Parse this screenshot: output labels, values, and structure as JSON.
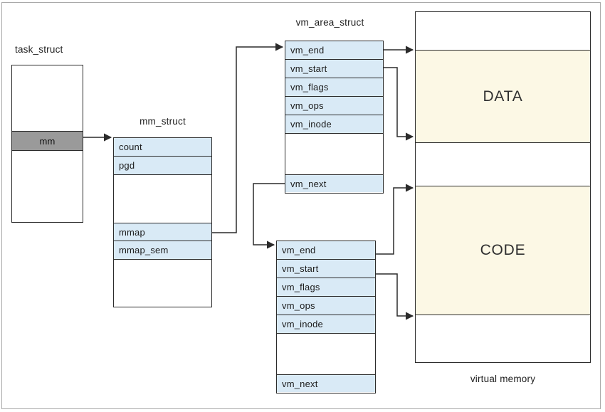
{
  "labels": {
    "task_struct_title": "task_struct",
    "mm_struct_title": "mm_struct",
    "vm_area_struct_title": "vm_area_struct",
    "virtual_memory_caption": "virtual memory"
  },
  "task_struct": {
    "fields": [
      "mm"
    ]
  },
  "mm_struct": {
    "fields": [
      "count",
      "pgd",
      "mmap",
      "mmap_sem"
    ]
  },
  "vm_area_struct_top": {
    "fields": [
      "vm_end",
      "vm_start",
      "vm_flags",
      "vm_ops",
      "vm_inode",
      "vm_next"
    ]
  },
  "vm_area_struct_bottom": {
    "fields": [
      "vm_end",
      "vm_start",
      "vm_flags",
      "vm_ops",
      "vm_inode",
      "vm_next"
    ]
  },
  "virtual_memory": {
    "segments": [
      "DATA",
      "CODE"
    ]
  },
  "colors": {
    "field_fill": "#d9eaf6",
    "segment_fill": "#fcf8e5",
    "mm_field_fill": "#9a9a9a",
    "line_color": "#2b2b2b",
    "frame_color": "#a9a9a9"
  }
}
